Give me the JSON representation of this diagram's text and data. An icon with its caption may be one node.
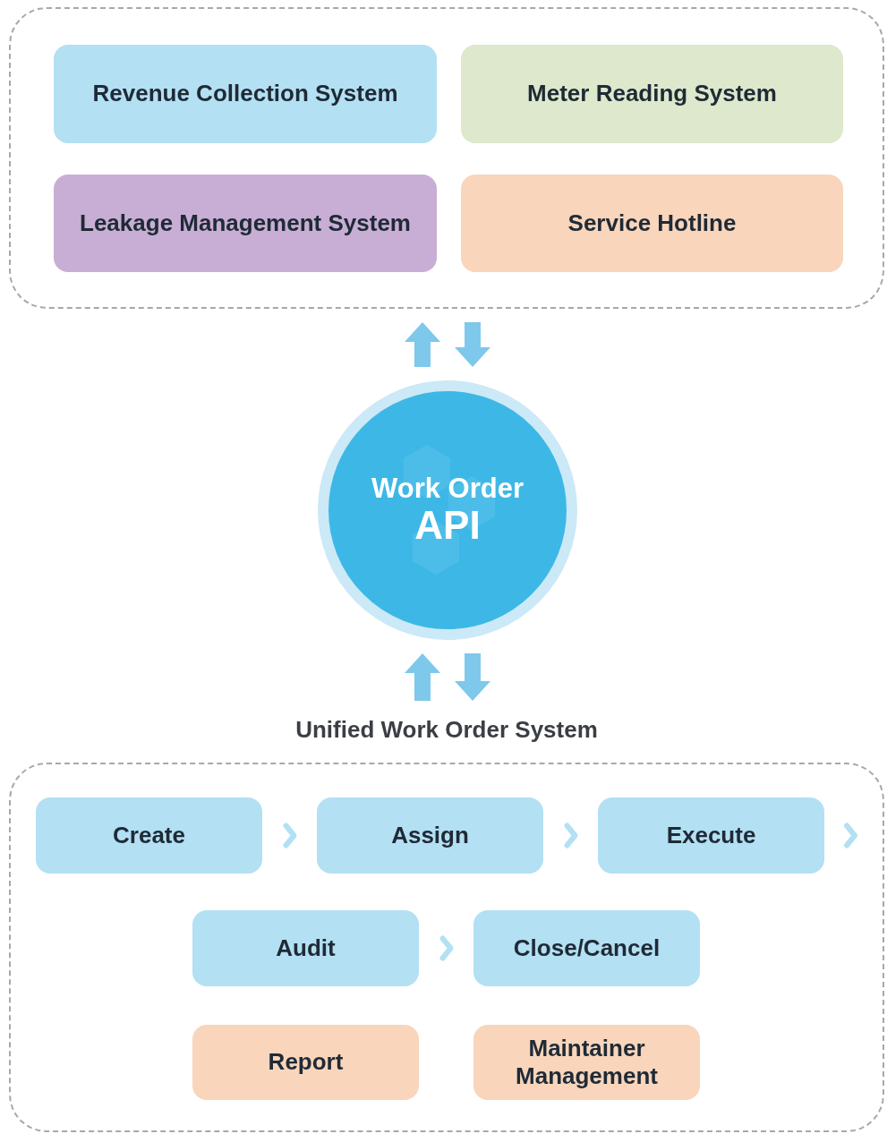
{
  "diagram": {
    "nodes": [
      {
        "text": [],
        "shape": "box"
      },
      {
        "text": [
          "Revenue Collection System"
        ],
        "in": 0
      },
      {
        "text": [
          "Meter Reading System"
        ],
        "in": 0
      },
      {
        "text": [
          "Leakage Management System"
        ],
        "in": 0
      },
      {
        "text": [
          "Service Hotline"
        ],
        "in": 0
      },
      {
        "text": [
          "Work Order",
          "API"
        ]
      },
      {
        "text": [
          "Unified Work Order System"
        ]
      },
      {
        "text": [
          "Create"
        ],
        "in": 6
      },
      {
        "text": [
          "Assign"
        ],
        "in": 6
      },
      {
        "text": [
          "Execute"
        ],
        "in": 6
      },
      {
        "text": [
          "Audit"
        ],
        "in": 6
      },
      {
        "text": [
          "Close/Cancel"
        ],
        "in": 6
      },
      {
        "text": [
          "Report"
        ],
        "in": 6
      },
      {
        "text": [
          "Maintainer Management"
        ],
        "in": 6
      }
    ],
    "edges": [
      {
        "from": 5,
        "to": 0,
        "arrow": "to"
      },
      {
        "from": 0,
        "to": 5,
        "arrow": "to"
      },
      {
        "from": 6,
        "to": 5,
        "arrow": "to"
      },
      {
        "from": 5,
        "to": 6,
        "arrow": "to"
      },
      {
        "from": 7,
        "to": 8,
        "arrow": "to"
      },
      {
        "from": 8,
        "to": 9,
        "arrow": "to"
      },
      {
        "from": 9,
        "to": null,
        "arrow": "to"
      },
      {
        "from": 10,
        "to": 11,
        "arrow": "to"
      }
    ]
  }
}
